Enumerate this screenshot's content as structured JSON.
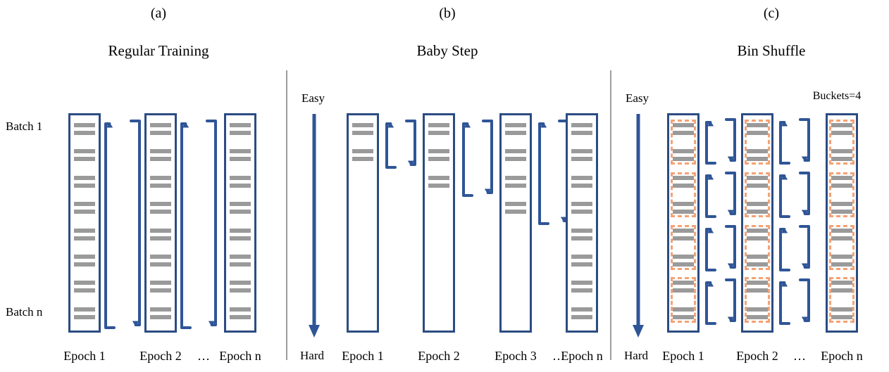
{
  "figure": {
    "background": "#ffffff",
    "colors": {
      "box_border": "#2b4c82",
      "bar": "#9a9a9a",
      "bucket_dashed": "#f4a275",
      "arrow": "#2f5597",
      "divider": "#9d9d9d",
      "text": "#000000"
    },
    "divider_count": 2
  },
  "panels": [
    {
      "id": "a",
      "letter": "(a)",
      "title": "Regular Training",
      "row_labels": {
        "top": "Batch 1",
        "bottom": "Batch n"
      },
      "difficulty_axis": null,
      "buckets_label": null,
      "columns": [
        {
          "label": "Epoch 1",
          "bar_pairs": 8,
          "buckets": 0
        },
        {
          "label": "Epoch 2",
          "bar_pairs": 8,
          "buckets": 0
        },
        {
          "label": "Epoch n",
          "bar_pairs": 8,
          "buckets": 0
        }
      ],
      "ellipsis": "…",
      "connectors": 2
    },
    {
      "id": "b",
      "letter": "(b)",
      "title": "Baby Step",
      "row_labels": null,
      "difficulty_axis": {
        "top": "Easy",
        "bottom": "Hard"
      },
      "buckets_label": null,
      "columns": [
        {
          "label": "Epoch 1",
          "bar_pairs": 2,
          "buckets": 0
        },
        {
          "label": "Epoch 2",
          "bar_pairs": 3,
          "buckets": 0
        },
        {
          "label": "Epoch 3",
          "bar_pairs": 4,
          "buckets": 0
        },
        {
          "label": "Epoch n",
          "bar_pairs": 8,
          "buckets": 0
        }
      ],
      "ellipsis": "…",
      "connectors": 3
    },
    {
      "id": "c",
      "letter": "(c)",
      "title": "Bin Shuffle",
      "row_labels": null,
      "difficulty_axis": {
        "top": "Easy",
        "bottom": "Hard"
      },
      "buckets_label": "Buckets=4",
      "columns": [
        {
          "label": "Epoch 1",
          "bar_pairs": 8,
          "buckets": 4
        },
        {
          "label": "Epoch 2",
          "bar_pairs": 8,
          "buckets": 4
        },
        {
          "label": "Epoch n",
          "bar_pairs": 8,
          "buckets": 4
        }
      ],
      "ellipsis": "…",
      "connectors": 2
    }
  ]
}
